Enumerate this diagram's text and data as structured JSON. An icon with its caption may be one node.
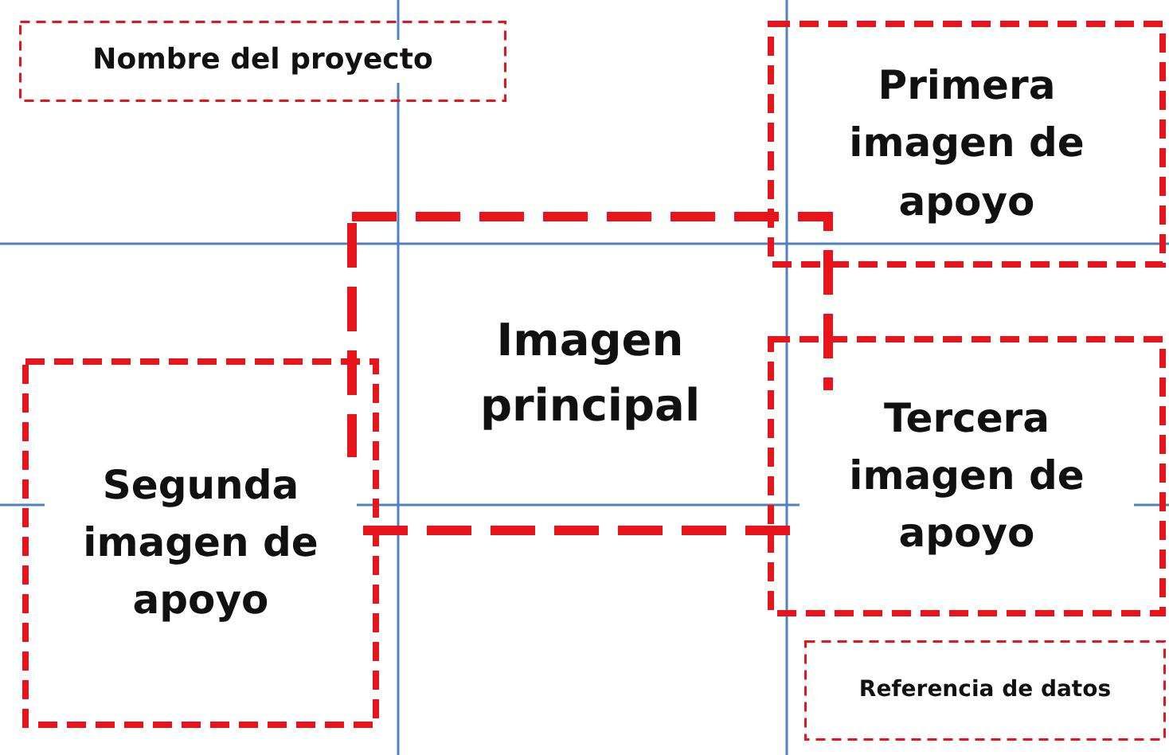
{
  "diagram": {
    "nodes": [
      {
        "text": [
          "Nombre del proyecto"
        ]
      },
      {
        "text": [
          "Primera imagen de apoyo"
        ]
      },
      {
        "text": [
          "Imagen principal"
        ]
      },
      {
        "text": [
          "Tercera imagen de apoyo"
        ]
      },
      {
        "text": [
          "Segunda imagen de apoyo"
        ]
      },
      {
        "text": [
          "Referencia de datos"
        ]
      }
    ],
    "edges": []
  }
}
